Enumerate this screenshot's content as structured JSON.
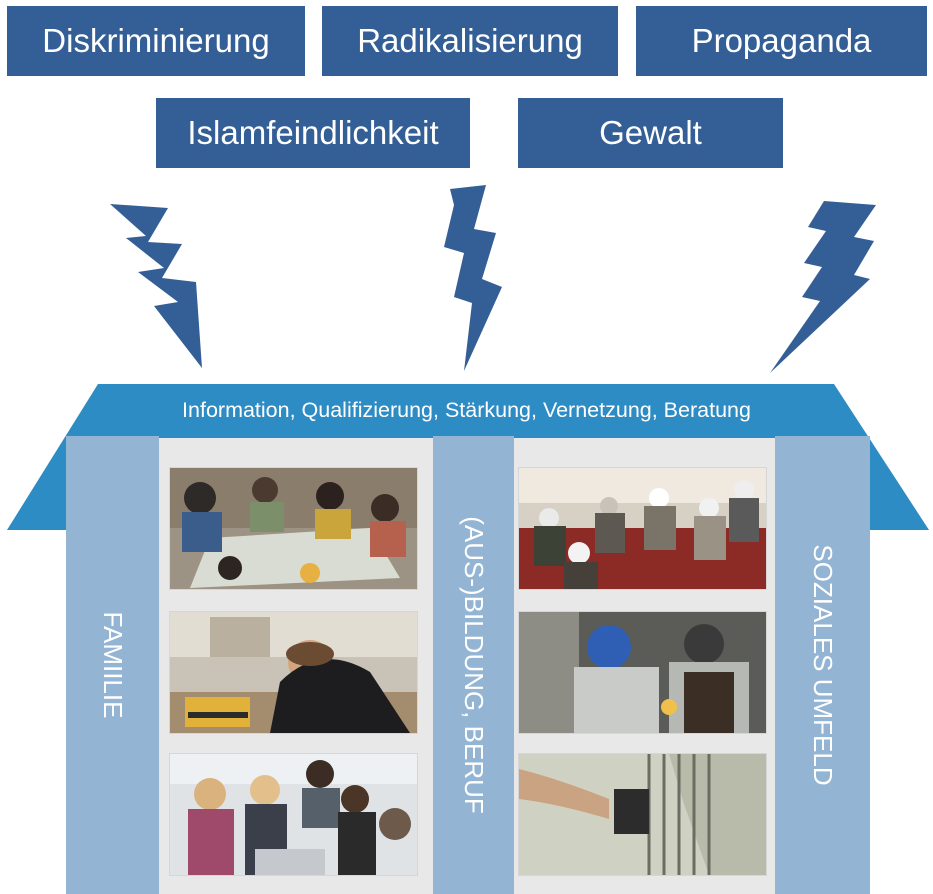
{
  "threats": [
    {
      "label": "Diskriminierung"
    },
    {
      "label": "Radikalisierung"
    },
    {
      "label": "Propaganda"
    },
    {
      "label": "Islamfeindlichkeit"
    },
    {
      "label": "Gewalt"
    }
  ],
  "roof": {
    "label": "Information, Qualifizierung, Stärkung, Vernetzung, Beratung"
  },
  "pillars": [
    {
      "label": "FAMIILIE"
    },
    {
      "label": "(AUS-)BILDUNG, BERUF"
    },
    {
      "label": "SOZIALES UMFELD"
    }
  ],
  "colors": {
    "threat_box": "#345f96",
    "roof": "#2e8cc4",
    "pillar": "#93b4d3",
    "house_body": "#e8e8e8"
  },
  "photos": [
    {
      "icon": "youth-group-floor-photo"
    },
    {
      "icon": "stressed-student-photo"
    },
    {
      "icon": "students-laptop-photo"
    },
    {
      "icon": "mosque-prayer-photo"
    },
    {
      "icon": "welders-photo"
    },
    {
      "icon": "prison-corridor-photo"
    }
  ]
}
